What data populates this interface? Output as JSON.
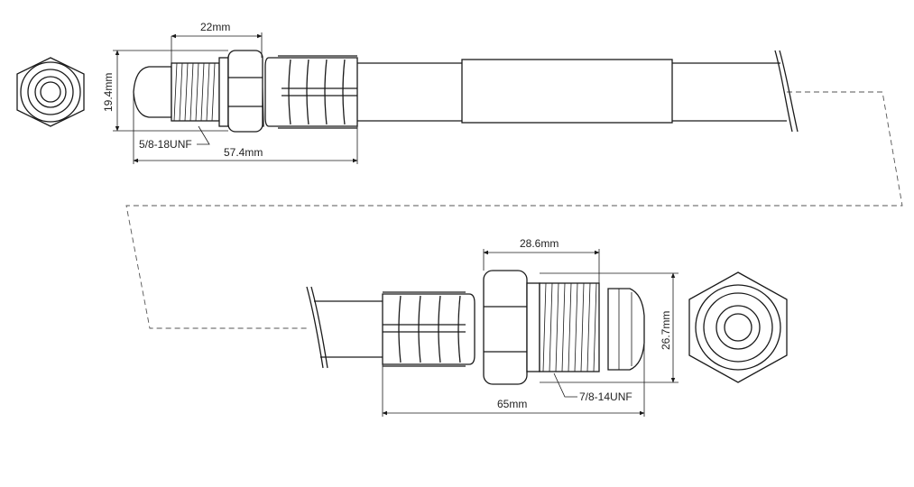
{
  "dimensions": {
    "top_width": "22mm",
    "top_height": "19.4mm",
    "top_thread": "5/8-18UNF",
    "top_length": "57.4mm",
    "bottom_width": "28.6mm",
    "bottom_height": "26.7mm",
    "bottom_thread": "7/8-14UNF",
    "bottom_length": "65mm"
  },
  "colors": {
    "line": "#1a1a1a",
    "dashed": "#555555",
    "background": "#ffffff"
  }
}
